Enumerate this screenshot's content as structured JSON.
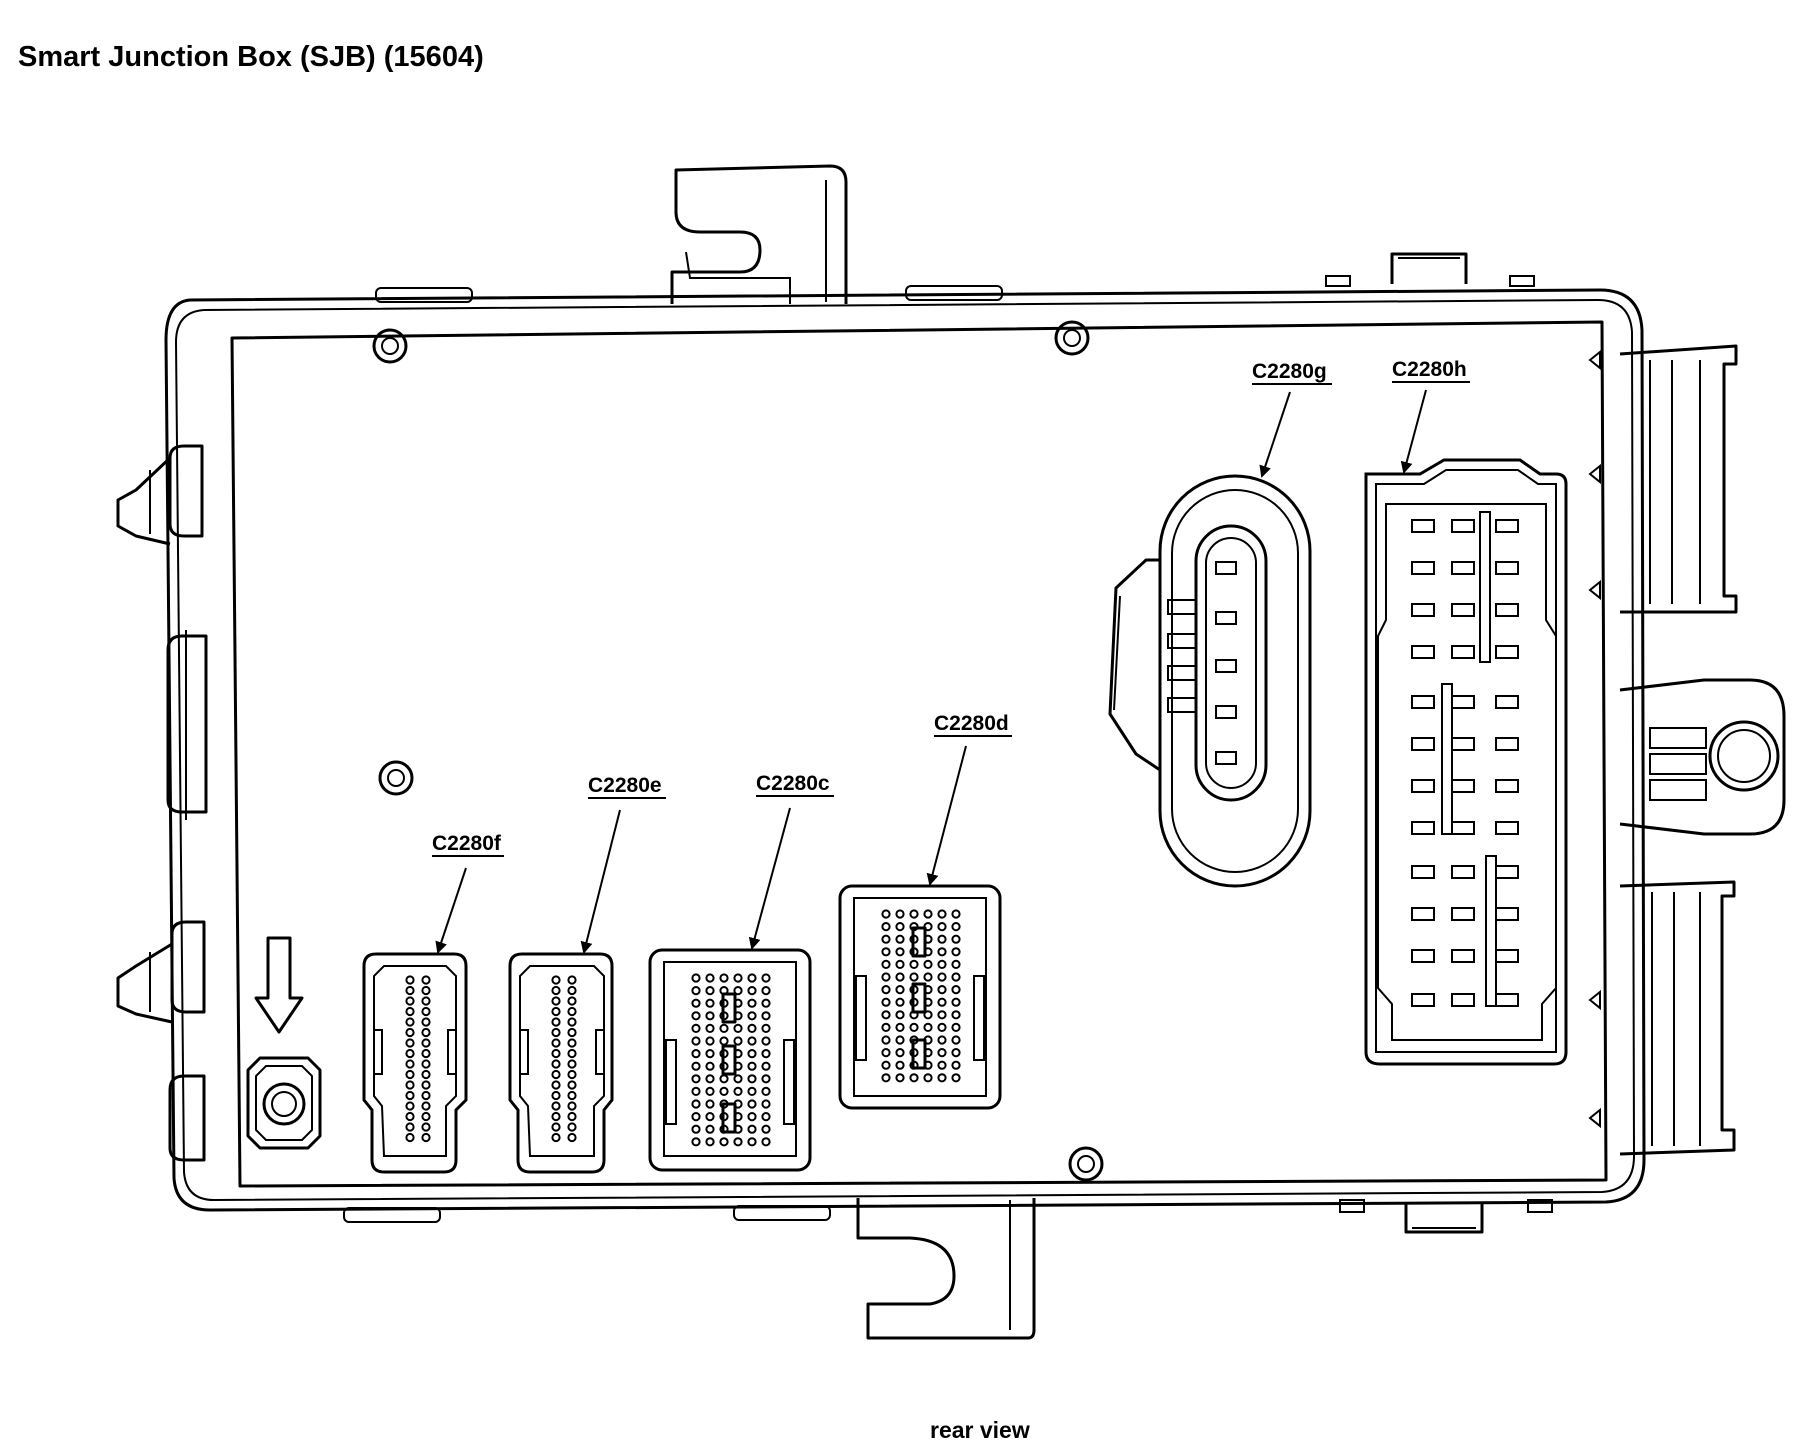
{
  "title": "Smart Junction Box (SJB) (15604)",
  "caption": "rear view",
  "connectors": [
    {
      "id": "c2280g",
      "label": "C2280g"
    },
    {
      "id": "c2280h",
      "label": "C2280h"
    },
    {
      "id": "c2280d",
      "label": "C2280d"
    },
    {
      "id": "c2280e",
      "label": "C2280e"
    },
    {
      "id": "c2280c",
      "label": "C2280c"
    },
    {
      "id": "c2280f",
      "label": "C2280f"
    }
  ]
}
